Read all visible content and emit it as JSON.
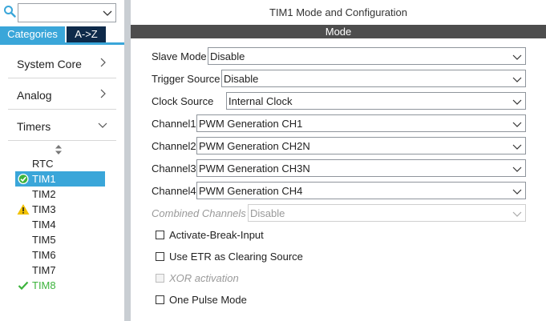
{
  "search": {
    "value": "",
    "placeholder": ""
  },
  "tabs": [
    {
      "label": "Categories",
      "active": true
    },
    {
      "label": "A->Z",
      "active": false
    }
  ],
  "categories": [
    {
      "label": "System Core",
      "expanded": false,
      "icon": "chevron-right-icon"
    },
    {
      "label": "Analog",
      "expanded": false,
      "icon": "chevron-right-icon"
    },
    {
      "label": "Timers",
      "expanded": true,
      "icon": "chevron-down-icon"
    }
  ],
  "timers": [
    {
      "label": "RTC",
      "status": "none"
    },
    {
      "label": "TIM1",
      "status": "ok-selected",
      "icon": "check-circle-icon"
    },
    {
      "label": "TIM2",
      "status": "none"
    },
    {
      "label": "TIM3",
      "status": "warning",
      "icon": "warning-icon"
    },
    {
      "label": "TIM4",
      "status": "none"
    },
    {
      "label": "TIM5",
      "status": "none"
    },
    {
      "label": "TIM6",
      "status": "none"
    },
    {
      "label": "TIM7",
      "status": "none"
    },
    {
      "label": "TIM8",
      "status": "configured",
      "icon": "check-icon"
    }
  ],
  "panel": {
    "title": "TIM1 Mode and Configuration",
    "section": "Mode"
  },
  "fields": [
    {
      "label": "Slave Mode",
      "value": "Disable",
      "enabled": true
    },
    {
      "label": "Trigger Source",
      "value": "Disable",
      "enabled": true
    },
    {
      "label": "Clock Source",
      "value": "Internal Clock",
      "enabled": true
    },
    {
      "label": "Channel1",
      "value": "PWM Generation CH1",
      "enabled": true
    },
    {
      "label": "Channel2",
      "value": "PWM Generation CH2N",
      "enabled": true
    },
    {
      "label": "Channel3",
      "value": "PWM Generation CH3N",
      "enabled": true
    },
    {
      "label": "Channel4",
      "value": "PWM Generation CH4",
      "enabled": true
    },
    {
      "label": "Combined Channels",
      "value": "Disable",
      "enabled": false
    }
  ],
  "checkboxes": [
    {
      "label": "Activate-Break-Input",
      "checked": false,
      "enabled": true
    },
    {
      "label": "Use ETR as Clearing Source",
      "checked": false,
      "enabled": true
    },
    {
      "label": "XOR activation",
      "checked": false,
      "enabled": false
    },
    {
      "label": "One Pulse Mode",
      "checked": false,
      "enabled": true
    }
  ],
  "colors": {
    "accent": "#3aa6d9",
    "tab_dark": "#0e2a4a",
    "mode_bar": "#4d4d4d",
    "ok_green": "#3cb33c",
    "warning_yellow": "#f2c200"
  }
}
